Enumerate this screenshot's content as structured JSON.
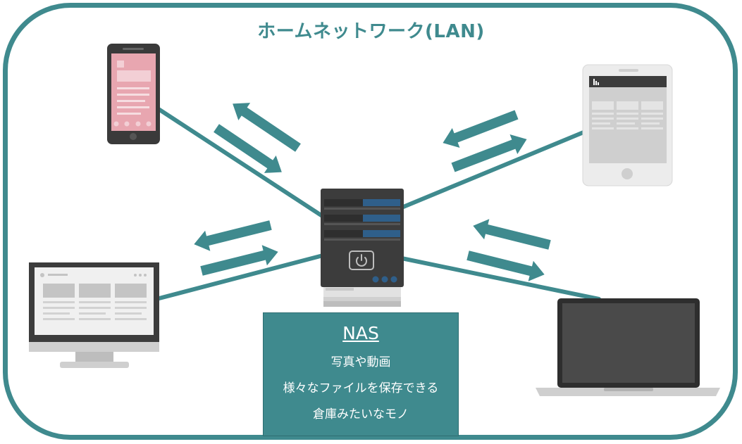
{
  "title": "ホームネットワーク(LAN)",
  "nas": {
    "title": "NAS",
    "lines": [
      "写真や動画",
      "様々なファイルを保存できる",
      "倉庫みたいなモノ"
    ]
  },
  "colors": {
    "teal": "#3f8a8e",
    "server": "#3c3c3c",
    "phone_screen": "#e8a6b0",
    "tablet_screen": "#cfcfcf"
  },
  "icons": [
    "smartphone-icon",
    "tablet-icon",
    "desktop-monitor-icon",
    "laptop-icon",
    "nas-server-icon",
    "power-icon"
  ]
}
